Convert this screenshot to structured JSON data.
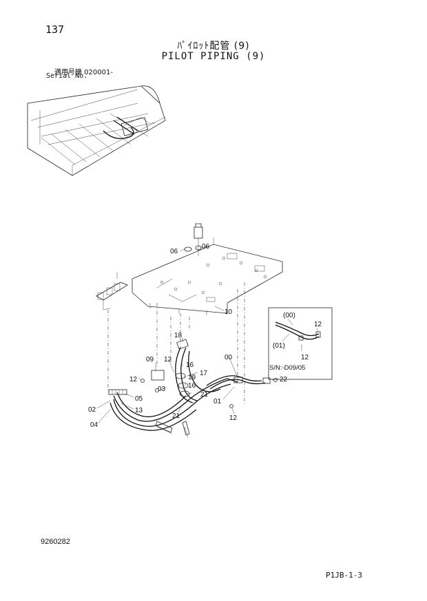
{
  "header": {
    "page_number": "137",
    "title_jp": "ﾊﾟｲﾛｯﾄ配管 (9)",
    "title_en": "PILOT PIPING (9)",
    "serial_label_jp": "適用号機 020001-",
    "serial_label_en": "Serial No."
  },
  "callouts": [
    "06",
    "06",
    "10",
    "18",
    "09",
    "12",
    "16",
    "17",
    "19",
    "16",
    "12",
    "03",
    "21",
    "21",
    "00",
    "01",
    "22",
    "12",
    "05",
    "13",
    "02",
    "04"
  ],
  "inset": {
    "labels": [
      "(00)",
      "12",
      "(01)",
      "12"
    ],
    "serial_note": "S/N:-D09/05"
  },
  "footer": {
    "document_number": "9260282",
    "sheet_id": "P1JB-1-3"
  }
}
